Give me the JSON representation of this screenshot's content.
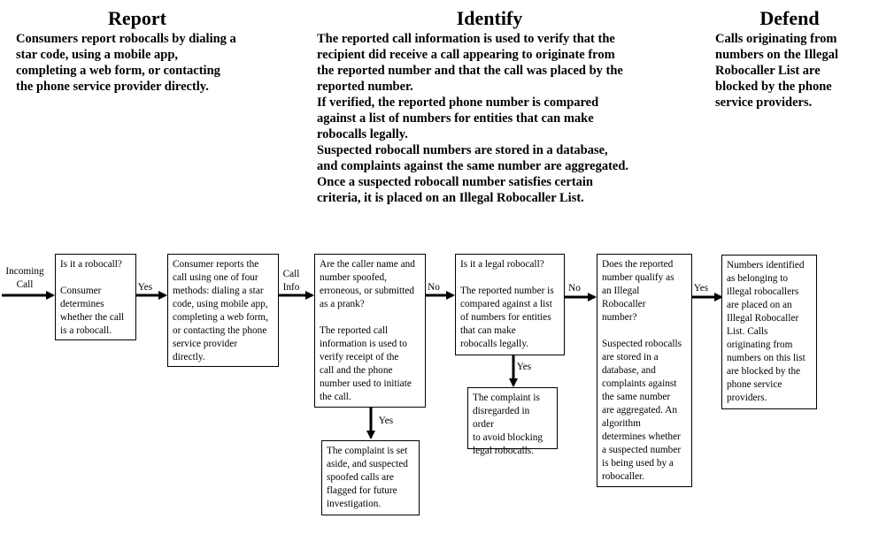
{
  "sections": {
    "report": {
      "title": "Report",
      "text": "Consumers report robocalls by dialing a\nstar code, using a mobile app,\ncompleting a web form, or contacting\nthe phone service provider directly."
    },
    "identify": {
      "title": "Identify",
      "text": "The reported call information is used to verify that the\nrecipient did receive a call appearing to originate from\nthe reported number and that the call was placed by the\nreported number.\nIf verified, the reported phone number is compared\nagainst a list of numbers for entities that can make\nrobocalls legally.\nSuspected robocall numbers are stored in a database,\nand complaints against the same number are aggregated.\nOnce a suspected robocall number satisfies certain\ncriteria, it is placed on an Illegal Robocaller List."
    },
    "defend": {
      "title": "Defend",
      "text": "Calls originating from\nnumbers on the Illegal\nRobocaller List are\nblocked by the phone\nservice providers."
    }
  },
  "flow": {
    "incoming_label": "Incoming\nCall",
    "box1": {
      "question": "Is it a robocall?",
      "body": "Consumer\ndetermines\nwhether the call\nis a robocall."
    },
    "arrow1_label": "Yes",
    "box2": {
      "body": "Consumer reports the\ncall using one of four\nmethods: dialing a star\ncode, using mobile app,\ncompleting a web form,\nor contacting the phone\nservice provider\ndirectly."
    },
    "arrow2_label": "Call\nInfo",
    "box3": {
      "question": "Are the caller name and\nnumber spoofed,\nerroneous, or submitted\nas a prank?",
      "body": "The reported call\ninformation is used to\nverify receipt of the\ncall and the phone\nnumber used to initiate\nthe call."
    },
    "arrow3_label": "No",
    "box3_down_label": "Yes",
    "box3_outcome": "The complaint is set\naside, and suspected\nspoofed calls are\nflagged for future\ninvestigation.",
    "box4": {
      "question": "Is it a legal robocall?",
      "body": "The reported number is\ncompared against a list\nof numbers for entities\nthat can make\nrobocalls legally."
    },
    "arrow4_label": "No",
    "box4_down_label": "Yes",
    "box4_outcome": "The complaint is\ndisregarded in order\nto avoid blocking\nlegal robocalls.",
    "box5": {
      "question": "Does the reported\nnumber qualify as\nan Illegal\nRobocaller\nnumber?",
      "body": "Suspected robocalls\nare stored in a\ndatabase, and\ncomplaints against\nthe same number\nare aggregated.  An\nalgorithm\ndetermines whether\na suspected number\nis being used by a\nrobocaller."
    },
    "arrow5_label": "Yes",
    "box6": {
      "body": "Numbers identified\nas belonging to\nillegal robocallers\nare placed on an\nIllegal Robocaller\nList.  Calls\noriginating from\nnumbers on this list\nare blocked by the\nphone service\nproviders."
    }
  }
}
